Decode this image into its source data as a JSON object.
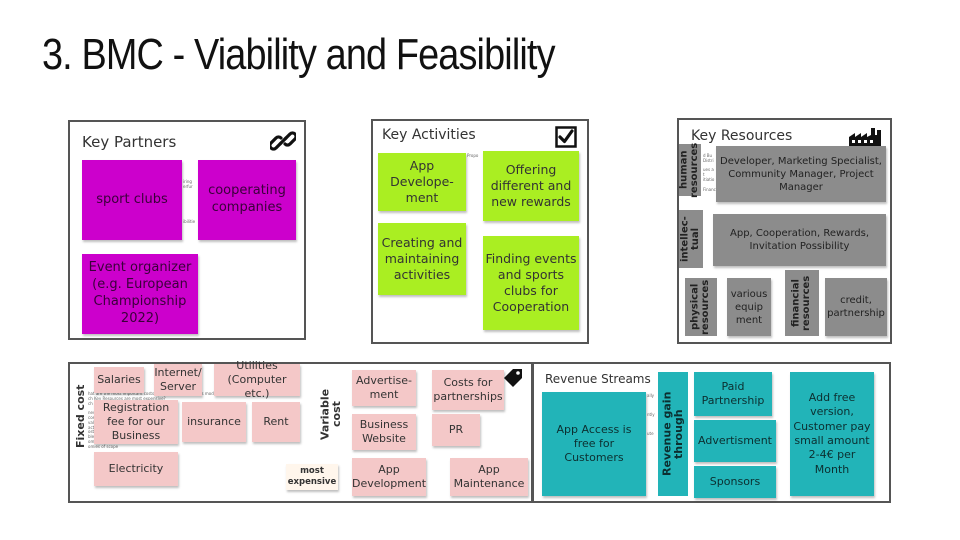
{
  "slide": {
    "title": "3. BMC - Viability and Feasibility"
  },
  "colors": {
    "magenta": "#cc00cc",
    "lime": "#aaee22",
    "grey": "#8c8c8c",
    "pink": "#f4c8c8",
    "cyan": "#22b4b8"
  },
  "key_partners": {
    "title": "Key Partners",
    "icon": "link-icon",
    "notes": [
      "sport clubs",
      "cooperating companies",
      "Event organizer (e.g. European Championship 2022)"
    ]
  },
  "key_activities": {
    "title": "Key Activities",
    "icon": "checkbox-icon",
    "notes": [
      "App Develope-ment",
      "Offering different and new rewards",
      "Creating and maintaining activities",
      "Finding events and sports clubs for Cooperation"
    ]
  },
  "key_resources": {
    "title": "Key Resources",
    "icon": "factory-icon",
    "labels": {
      "human": "human resources",
      "intellectual": "intellec-tual",
      "physical": "physical resources",
      "financial": "financial resources"
    },
    "notes": {
      "human": "Developer, Marketing Specialist, Community Manager, Project Manager",
      "intellectual": "App, Cooperation, Rewards, Invitation Possibility",
      "physical": "various equip ment",
      "financial": "credit, partnership"
    }
  },
  "cost_structure": {
    "icon": "tag-icon",
    "fixed_label": "Fixed cost",
    "variable_label": "Variable cost",
    "fixed_notes": [
      "Salaries",
      "Internet/ Server",
      "Utilities (Computer etc.)",
      "Registration fee for our Business",
      "insurance",
      "Rent",
      "Electricity"
    ],
    "variable_notes": [
      "Advertise-ment",
      "Costs for partnerships",
      "Business Website",
      "PR",
      "App Development",
      "App Maintenance"
    ],
    "most_expensive": "most expensive"
  },
  "revenue_streams": {
    "title": "Revenue Streams",
    "gain_label": "Revenue gain through",
    "notes": [
      "App Access is free for Customers",
      "Paid Partnership",
      "Advertisment",
      "Sponsors",
      "Add free version, Customer pay small amount 2-4€ per Month"
    ]
  }
}
